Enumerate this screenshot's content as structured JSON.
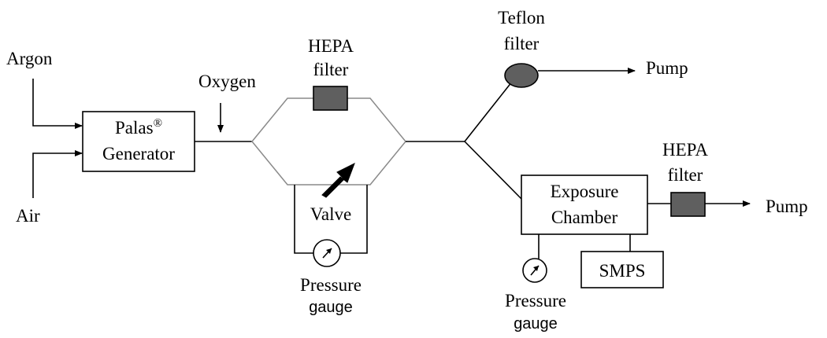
{
  "inputs": {
    "argon": "Argon",
    "air": "Air",
    "oxygen": "Oxygen"
  },
  "generator": {
    "line1_text": "Palas",
    "line1_sup": "®",
    "line2": "Generator"
  },
  "hepa_filter_top": {
    "line1": "HEPA",
    "line2": "filter"
  },
  "valve": "Valve",
  "pressure_gauge_left": {
    "line1": "Pressure",
    "line2": "gauge"
  },
  "teflon_filter": {
    "line1": "Teflon",
    "line2": "filter"
  },
  "pump_top": "Pump",
  "exposure_chamber": {
    "line1": "Exposure",
    "line2": "Chamber"
  },
  "hepa_filter_right": {
    "line1": "HEPA",
    "line2": "filter"
  },
  "pump_right": "Pump",
  "smps": "SMPS",
  "pressure_gauge_right": {
    "line1": "Pressure",
    "line2": "gauge"
  },
  "colors": {
    "filter_fill": "#5f5f5f",
    "splitter_outline": "#8a8a8a",
    "line": "#000000"
  }
}
